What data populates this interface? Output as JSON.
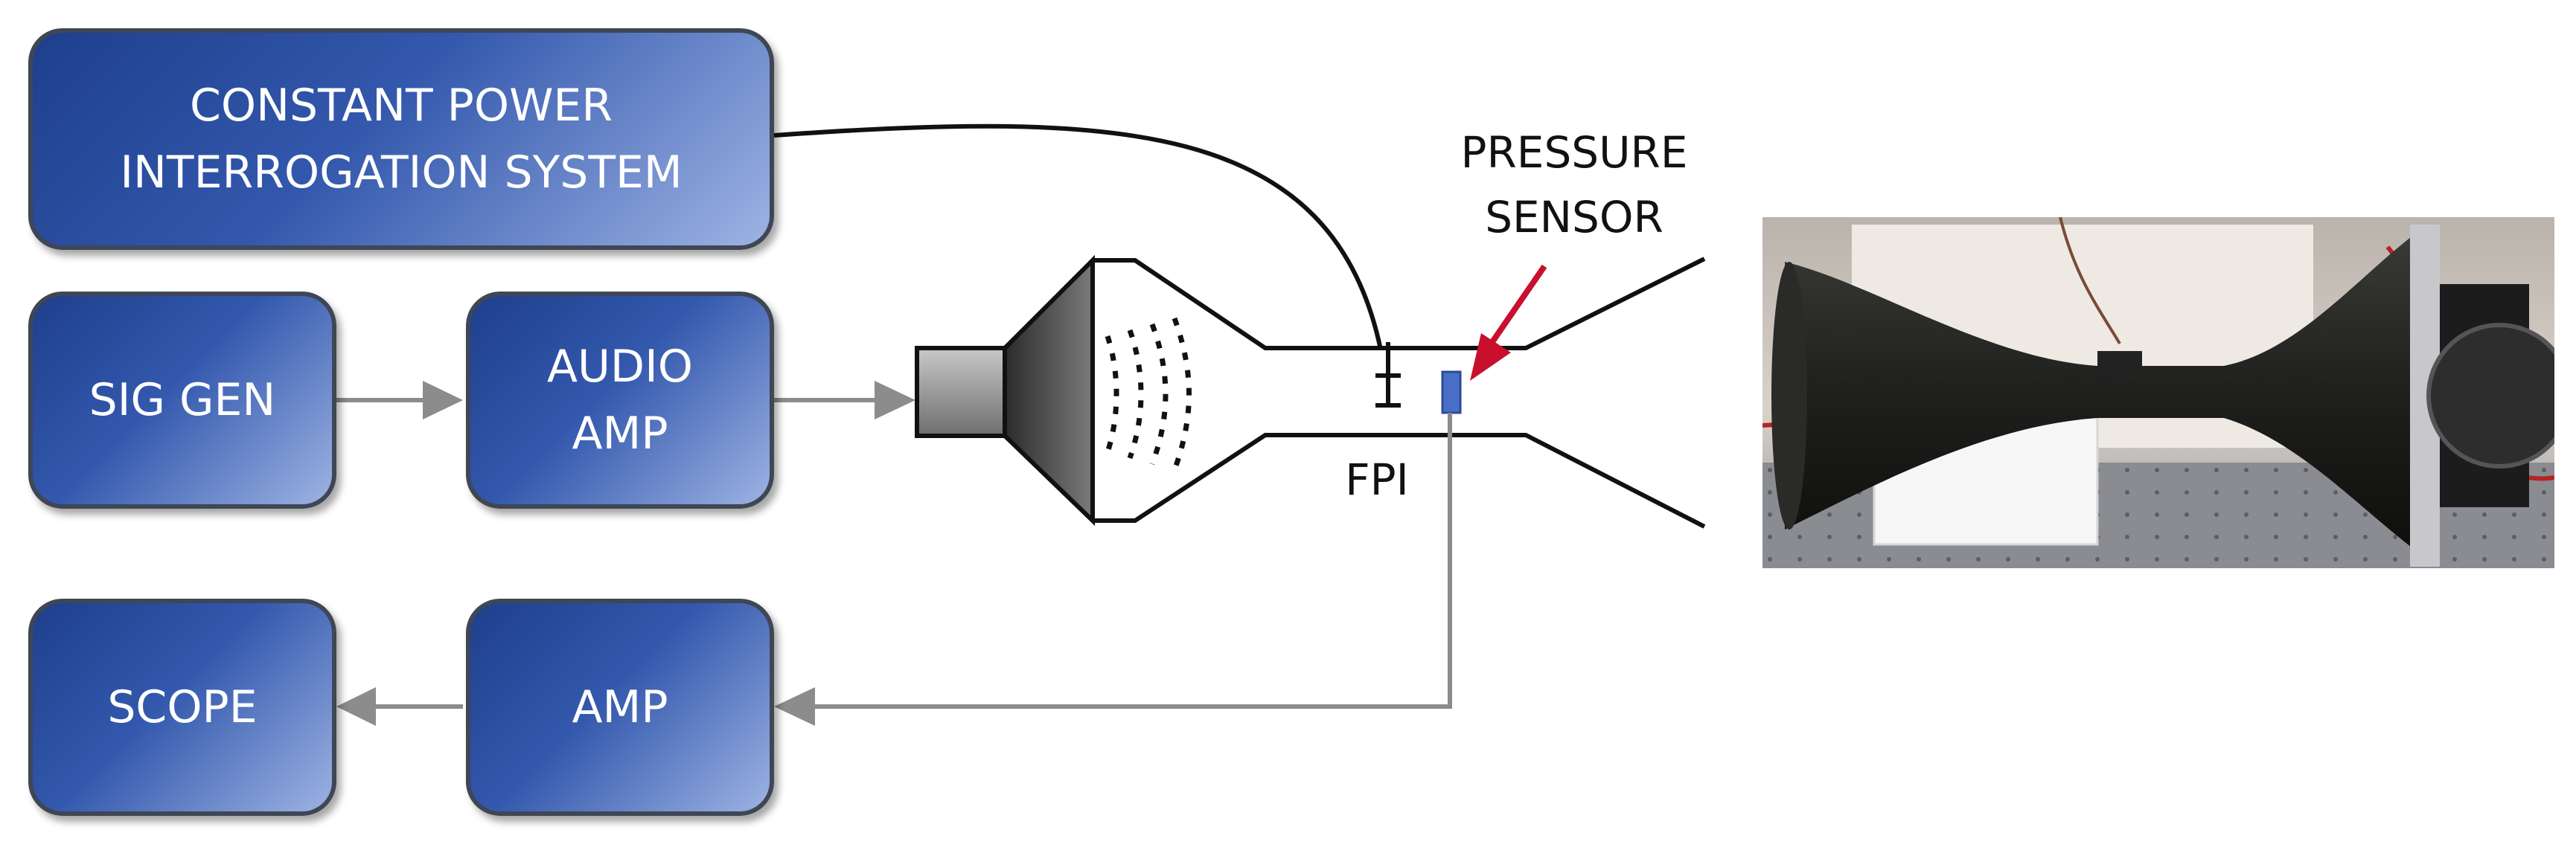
{
  "blocks": {
    "constant_power": {
      "line1": "CONSTANT POWER",
      "line2": "INTERROGATION SYSTEM"
    },
    "sig_gen": {
      "line1": "SIG GEN"
    },
    "audio_amp": {
      "line1": "AUDIO",
      "line2": "AMP"
    },
    "scope": {
      "line1": "SCOPE"
    },
    "amp": {
      "line1": "AMP"
    }
  },
  "labels": {
    "pressure_sensor_line1": "PRESSURE",
    "pressure_sensor_line2": "SENSOR",
    "fpi": "FPI"
  },
  "colors": {
    "block_dark": "#1e3f8c",
    "block_light": "#9db3e3",
    "arrow_gray": "#8c8c8c",
    "sensor_red": "#c8102e",
    "sensor_blue": "#4a6fc9",
    "horn_black": "#1a1a1a"
  }
}
